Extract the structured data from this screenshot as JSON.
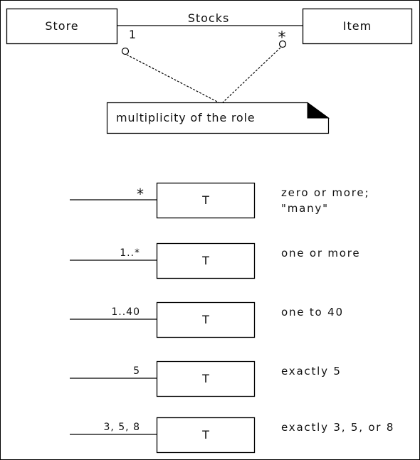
{
  "association": {
    "left_class": "Store",
    "right_class": "Item",
    "name": "Stocks",
    "left_multiplicity": "1",
    "right_multiplicity": "*"
  },
  "note": {
    "text": "multiplicity of the role"
  },
  "examples": [
    {
      "multiplicity": "*",
      "class_name": "T",
      "description": [
        "zero or more;",
        "\"many\""
      ]
    },
    {
      "multiplicity": "1..*",
      "class_name": "T",
      "description": [
        "one or more"
      ]
    },
    {
      "multiplicity": "1..40",
      "class_name": "T",
      "description": [
        "one to 40"
      ]
    },
    {
      "multiplicity": "5",
      "class_name": "T",
      "description": [
        "exactly 5"
      ]
    },
    {
      "multiplicity": "3, 5, 8",
      "class_name": "T",
      "description": [
        "exactly 3, 5, or 8"
      ]
    }
  ]
}
